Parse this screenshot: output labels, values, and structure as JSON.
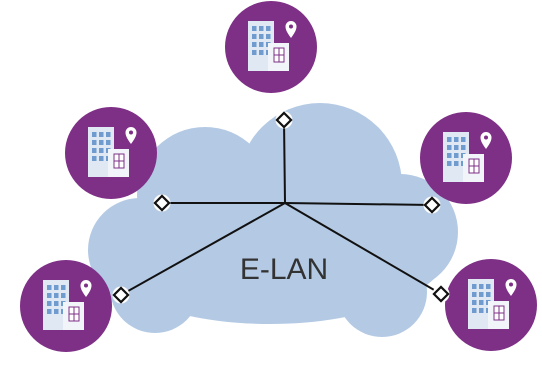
{
  "diagram": {
    "network_label": "E-LAN",
    "colors": {
      "cloud": "#b4cae4",
      "site_circle": "#7e2f86",
      "building_back": "#dfe8f3",
      "building_front": "#f1f5fa",
      "window": "#6f9bcf",
      "link": "#111111",
      "connector_fill": "#ffffff",
      "connector_stroke": "#111111",
      "label": "#333333"
    },
    "sites": [
      {
        "name": "site-top",
        "icon": "building-location-icon"
      },
      {
        "name": "site-upper-left",
        "icon": "building-location-icon"
      },
      {
        "name": "site-upper-right",
        "icon": "building-location-icon"
      },
      {
        "name": "site-lower-left",
        "icon": "building-location-icon"
      },
      {
        "name": "site-lower-right",
        "icon": "building-location-icon"
      }
    ]
  }
}
